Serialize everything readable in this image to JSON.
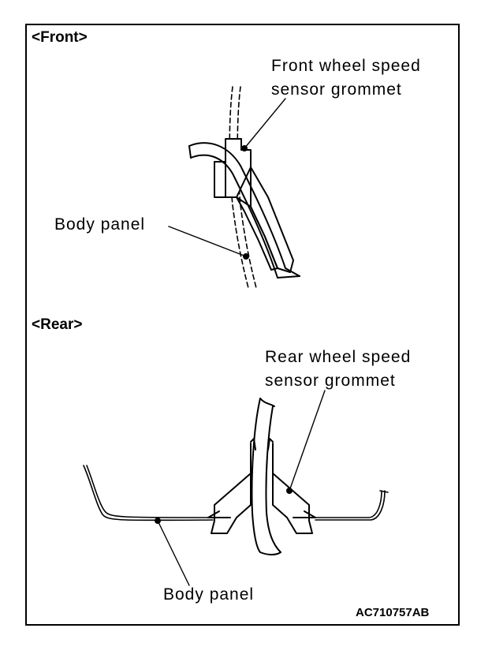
{
  "sections": {
    "front": {
      "header": "<Front>",
      "grommet_label": [
        "Front wheel speed",
        "sensor grommet"
      ],
      "panel_label": "Body panel"
    },
    "rear": {
      "header": "<Rear>",
      "grommet_label": [
        "Rear wheel speed",
        "sensor grommet"
      ],
      "panel_label": "Body panel"
    }
  },
  "figure_code": "AC710757AB"
}
